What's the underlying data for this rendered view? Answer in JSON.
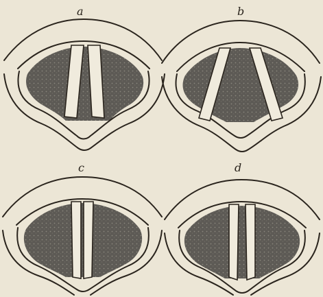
{
  "figure": {
    "panels": [
      {
        "id": "a",
        "label": "a"
      },
      {
        "id": "b",
        "label": "b"
      },
      {
        "id": "c",
        "label": "c"
      },
      {
        "id": "d",
        "label": "d"
      }
    ],
    "colors": {
      "background": "#ece6d6",
      "ink": "#2a241d",
      "shading": "#5d5a55",
      "cords": "#f0ebdd"
    }
  }
}
